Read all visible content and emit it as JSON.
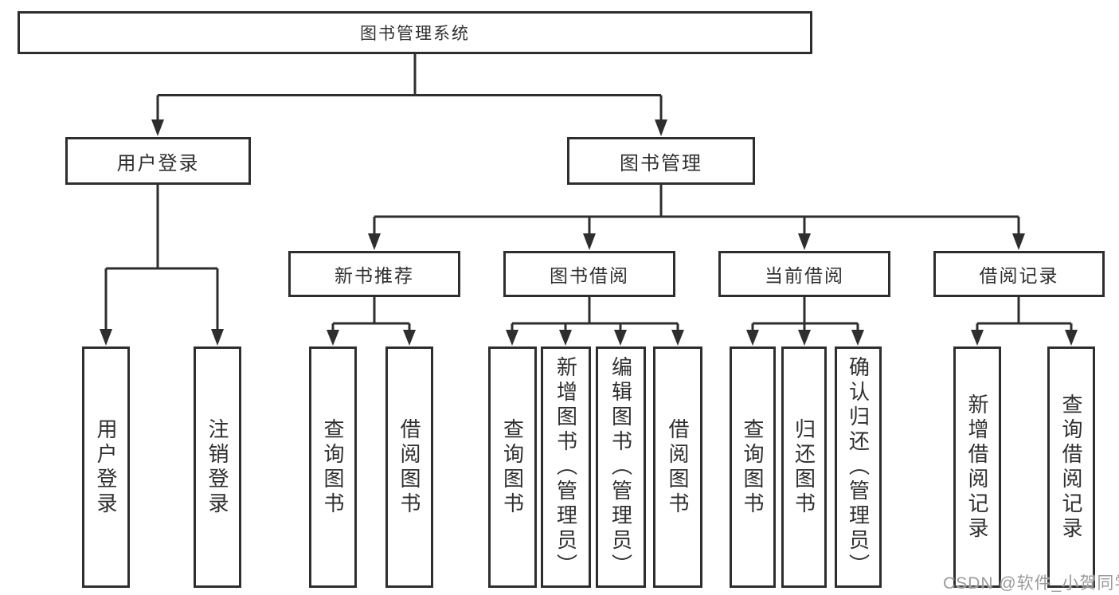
{
  "tree": {
    "label": "图书管理系统",
    "children": [
      {
        "label": "用户登录",
        "children": [
          {
            "label": "用户登录"
          },
          {
            "label": "注销登录"
          }
        ]
      },
      {
        "label": "图书管理",
        "children": [
          {
            "label": "新书推荐",
            "children": [
              {
                "label": "查询图书"
              },
              {
                "label": "借阅图书"
              }
            ]
          },
          {
            "label": "图书借阅",
            "children": [
              {
                "label": "查询图书"
              },
              {
                "label": "新增图书（管理员）"
              },
              {
                "label": "编辑图书（管理员）"
              },
              {
                "label": "借阅图书"
              }
            ]
          },
          {
            "label": "当前借阅",
            "children": [
              {
                "label": "查询图书"
              },
              {
                "label": "归还图书"
              },
              {
                "label": "确认归还（管理员）"
              }
            ]
          },
          {
            "label": "借阅记录",
            "children": [
              {
                "label": "新增借阅记录"
              },
              {
                "label": "查询借阅记录"
              }
            ]
          }
        ]
      }
    ]
  },
  "watermark": {
    "text": "CSDN @软件_小贺同学"
  },
  "colors": {
    "line": "#2e2e2e",
    "text": "#2f2f2f",
    "watermark": "#9b9b9b",
    "background": "#ffffff"
  }
}
